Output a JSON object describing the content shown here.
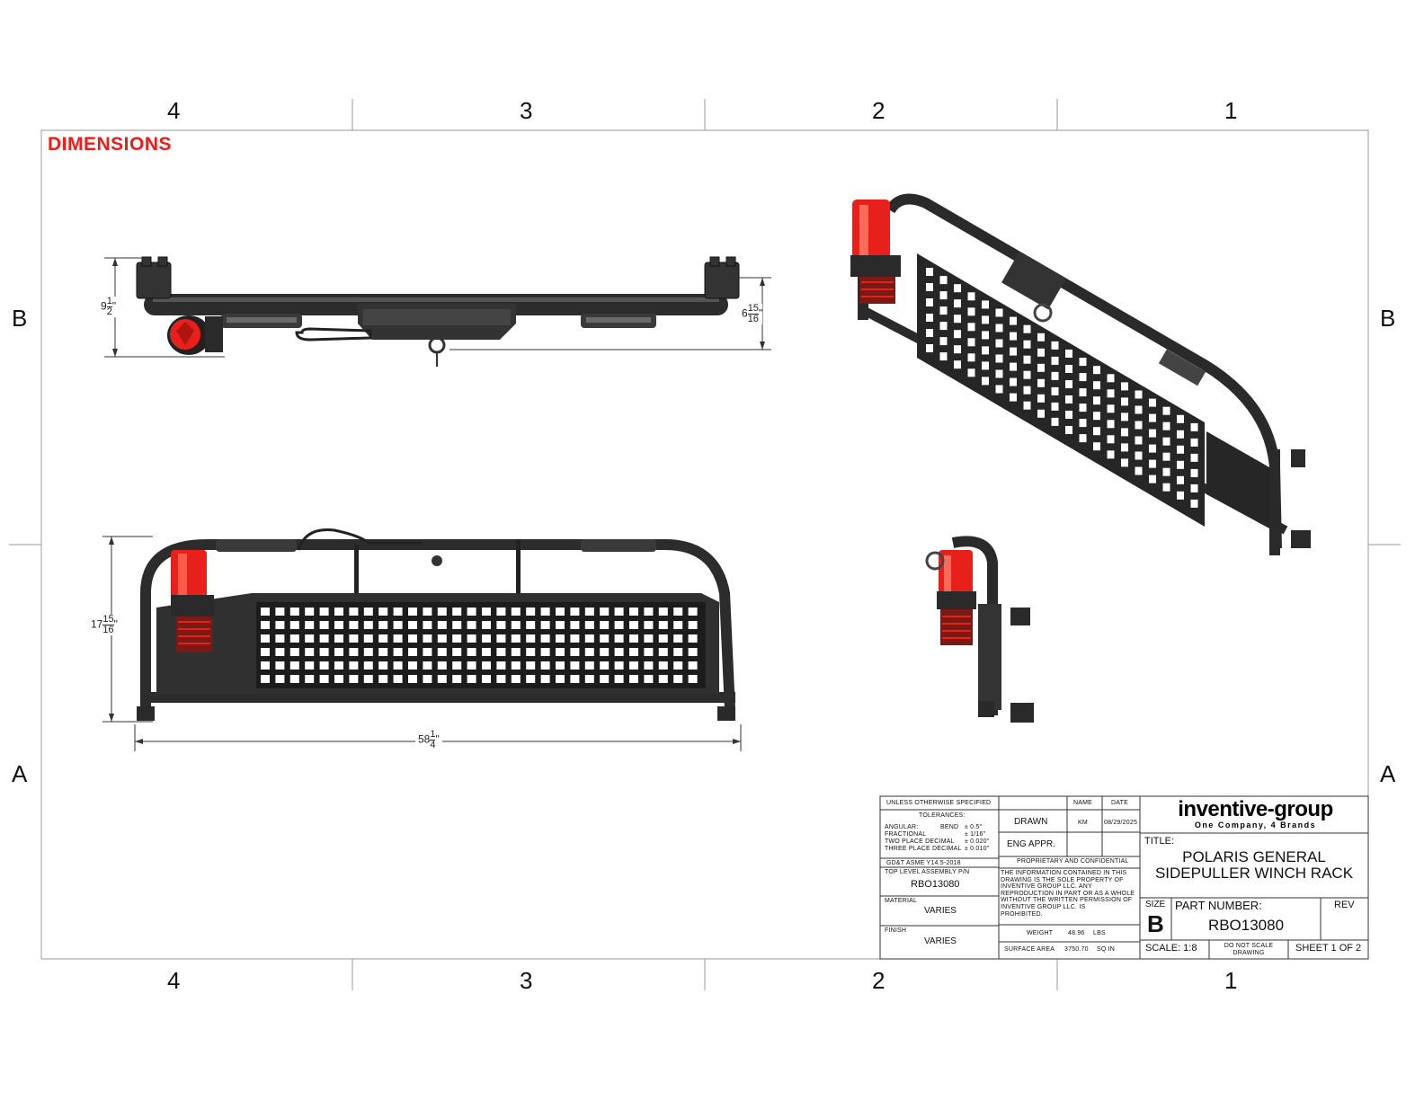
{
  "sheet": {
    "heading": "DIMENSIONS",
    "zones_top": [
      "4",
      "3",
      "2",
      "1"
    ],
    "zones_bottom": [
      "4",
      "3",
      "2",
      "1"
    ],
    "zones_left": [
      "B",
      "A"
    ],
    "zones_right": [
      "B",
      "A"
    ]
  },
  "dimensions": {
    "top_left_height": {
      "whole": "9",
      "num": "1",
      "den": "2",
      "unit": "\""
    },
    "top_right_height": {
      "whole": "6",
      "num": "15",
      "den": "16",
      "unit": "\""
    },
    "front_height": {
      "whole": "17",
      "num": "15",
      "den": "16",
      "unit": "\""
    },
    "front_width": {
      "whole": "58",
      "num": "1",
      "den": "4",
      "unit": "\""
    }
  },
  "title_block": {
    "unless_specified": "UNLESS OTHERWISE SPECIFIED",
    "tolerances": "TOLERANCES:",
    "tol_rows": [
      {
        "label": "ANGULAR:",
        "sub": "BEND",
        "val": "± 0.5°"
      },
      {
        "label": "FRACTIONAL",
        "sub": "",
        "val": "± 1/16\""
      },
      {
        "label": "TWO PLACE DECIMAL",
        "sub": "",
        "val": "± 0.020\""
      },
      {
        "label": "THREE PLACE DECIMAL",
        "sub": "",
        "val": "± 0.010\""
      }
    ],
    "gdt": "GD&T ASME Y14.5-2018",
    "top_level_label": "TOP LEVEL ASSEMBLY P/N",
    "top_level_value": "RBO13080",
    "material_label": "MATERIAL",
    "material_value": "VARIES",
    "finish_label": "FINISH",
    "finish_value": "VARIES",
    "name_header": "NAME",
    "date_header": "DATE",
    "drawn_label": "DRAWN",
    "drawn_name": "KM",
    "drawn_date": "08/29/2025",
    "eng_label": "ENG APPR.",
    "proprietary_header": "PROPRIETARY AND CONFIDENTIAL",
    "proprietary_lines": [
      "THE INFORMATION CONTAINED IN THIS",
      "DRAWING IS THE SOLE PROPERTY OF",
      "INVENTIVE GROUP LLC. ANY",
      "REPRODUCTION IN PART OR AS A WHOLE",
      "WITHOUT THE WRITTEN PERMISSION OF",
      "INVENTIVE GROUP LLC. IS",
      "PROHIBITED."
    ],
    "weight_label": "WEIGHT",
    "weight_value": "48.96",
    "weight_unit": "LBS",
    "surface_label": "SURFACE AREA",
    "surface_value": "3750.70",
    "surface_unit": "SQ IN",
    "brand": "inventive-group",
    "brand_tagline": "One Company, 4 Brands",
    "title_label": "TITLE:",
    "title_line1": "POLARIS GENERAL",
    "title_line2": "SIDEPULLER WINCH RACK",
    "size_label": "SIZE",
    "size_value": "B",
    "part_label": "PART NUMBER:",
    "part_value": "RBO13080",
    "rev_label": "REV",
    "scale": "SCALE: 1:8",
    "do_not_scale_1": "DO NOT SCALE",
    "do_not_scale_2": "DRAWING",
    "sheet": "SHEET 1 OF 2"
  },
  "colors": {
    "heading": "#e8201c",
    "winch_red": "#e8201c",
    "frame": "#2a2a2a",
    "frame_light": "#5a5a5a"
  }
}
